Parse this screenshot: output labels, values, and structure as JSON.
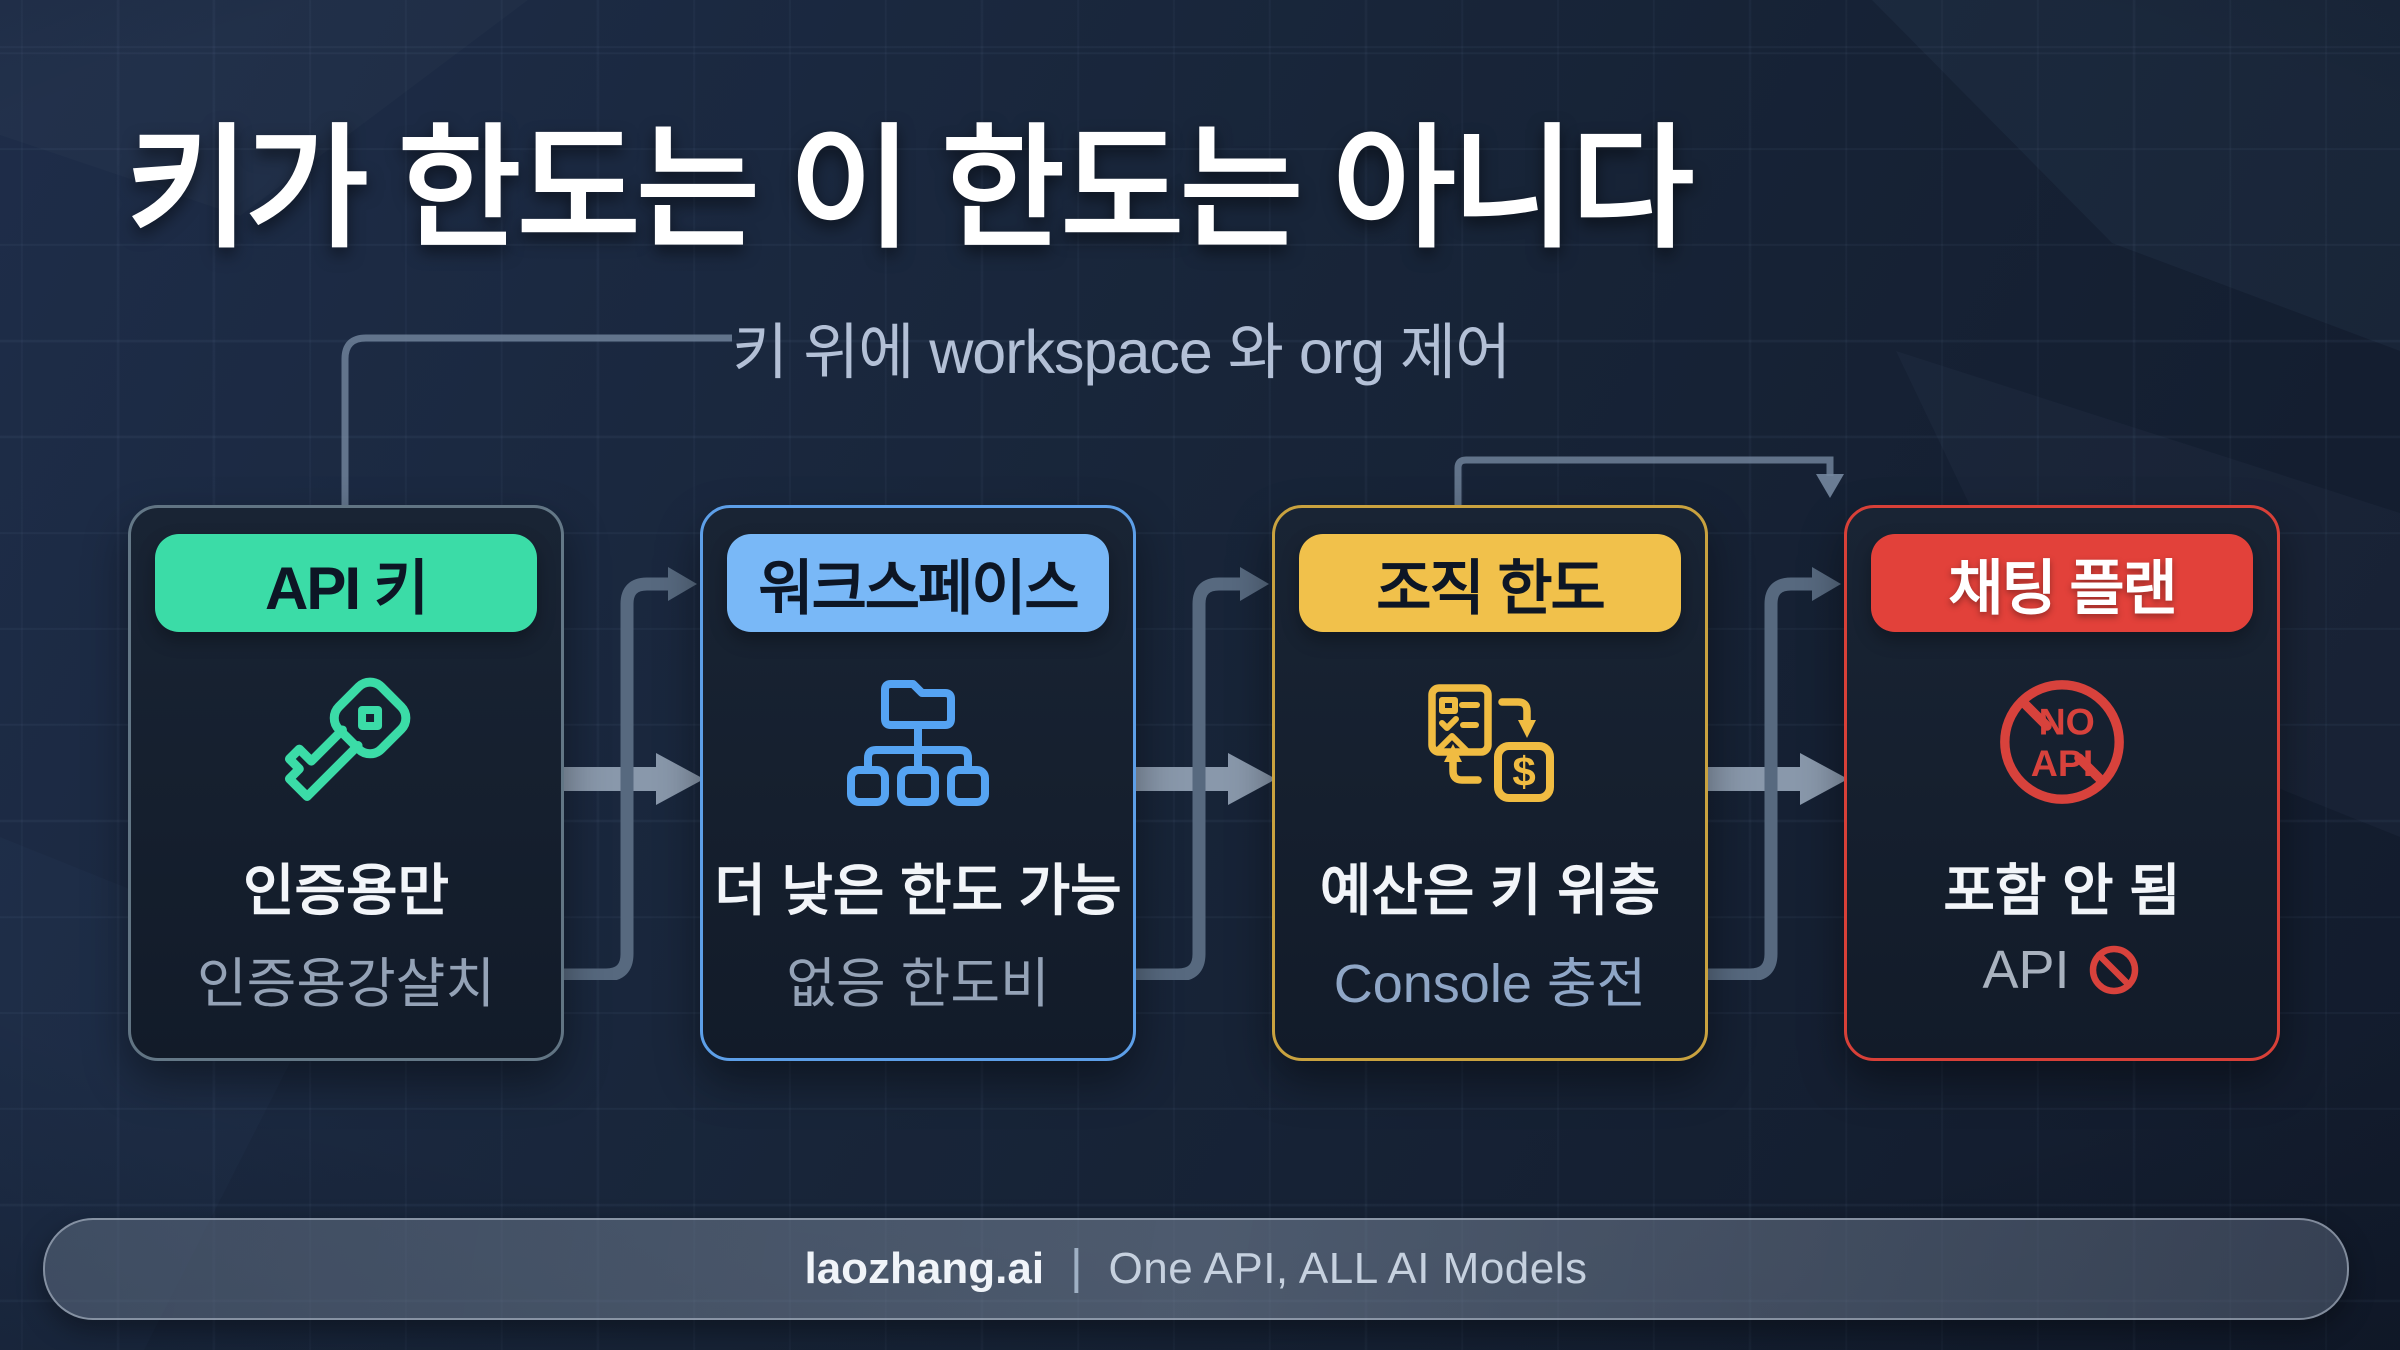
{
  "title": "키가 한도는 이 한도는 아니다",
  "subtitle": "키 위에 workspace 와 org 제어",
  "cards": [
    {
      "id": "api-key",
      "header": "API 키",
      "line1": "인증용만",
      "line2": "인증용강샬치",
      "icon": "key-icon",
      "accent": "#3bdca7"
    },
    {
      "id": "workspace",
      "header": "워크스페이스",
      "line1": "더 낮은 한도 가능",
      "line2": "없응 한도비",
      "icon": "sitemap-icon",
      "accent": "#79b8f7"
    },
    {
      "id": "org-limit",
      "header": "조직 한도",
      "line1": "예산은 키 위층",
      "line2": "Console 충전",
      "icon": "billing-exchange-icon",
      "icon_symbol": "$",
      "accent": "#f1c14b"
    },
    {
      "id": "chat-plan",
      "header": "채팅 플랜",
      "line1": "포함 안 됨",
      "line2": "API",
      "icon": "no-api-icon",
      "icon_text": {
        "line1": "NO",
        "line2": "API"
      },
      "accent": "#e2413a"
    }
  ],
  "footer": {
    "brand": "laozhang.ai",
    "separator": "|",
    "tagline": "One API, ALL AI Models"
  },
  "colors": {
    "background": "#182539",
    "card_background": "#151e2d",
    "title_text": "#ffffff",
    "subtitle_text": "#b3c0d6",
    "primary_text": "#f2f5f9",
    "secondary_text": "#94a2b6",
    "thin_connector": "#57697f",
    "thick_arrow": "#8998ab",
    "green_accent": "#3bdca7",
    "blue_accent": "#79b8f7",
    "yellow_accent": "#f1c14b",
    "red_accent": "#e2413a"
  }
}
